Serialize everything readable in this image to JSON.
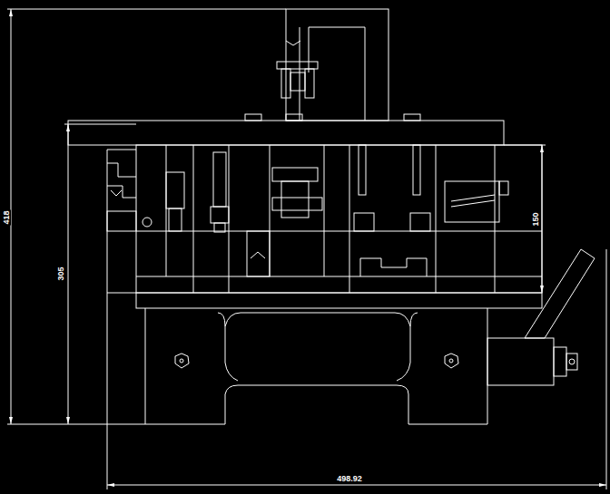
{
  "diagram": {
    "labels": [
      "418",
      "305",
      "150",
      "498.92"
    ]
  }
}
